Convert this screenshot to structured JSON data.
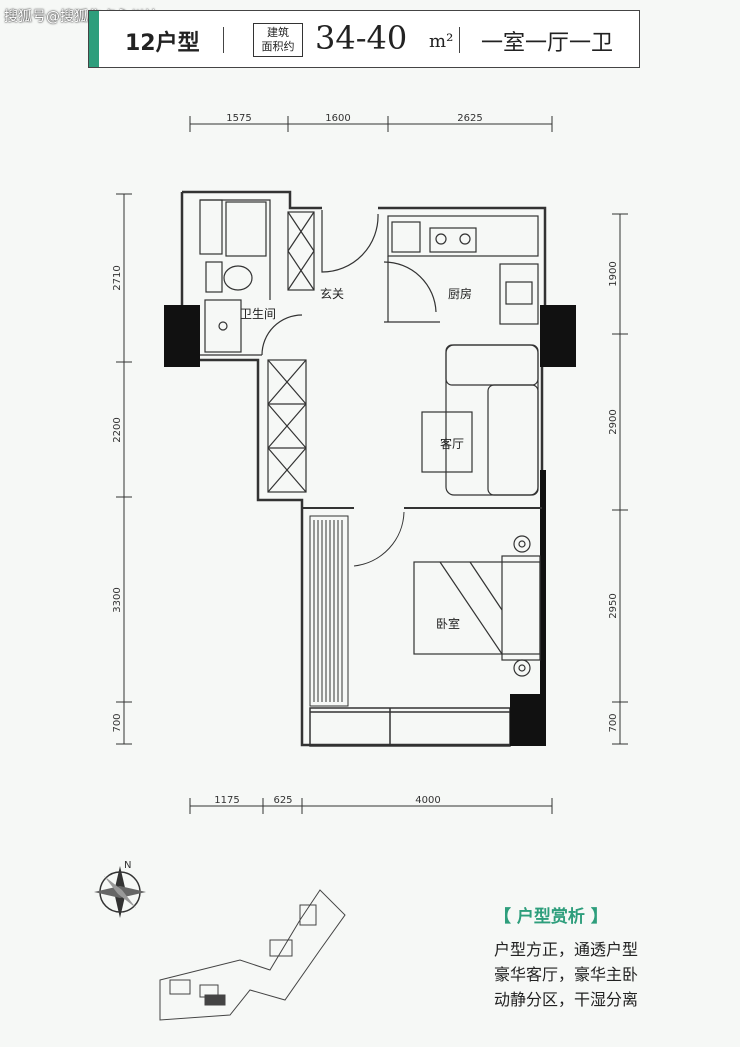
{
  "watermark": "搜狐号@搜狐焦点永州站",
  "header": {
    "unit_type": "12户型",
    "area_label_line1": "建筑",
    "area_label_line2": "面积约",
    "area_value": "34-40",
    "area_unit": "m²",
    "layout": "一室一厅一卫"
  },
  "rooms": {
    "bathroom": "卫生间",
    "entrance": "玄关",
    "kitchen": "厨房",
    "living": "客厅",
    "bedroom": "卧室"
  },
  "dimensions": {
    "top": [
      "1575",
      "1600",
      "2625"
    ],
    "bottom": [
      "1175",
      "625",
      "4000"
    ],
    "left": [
      "2710",
      "2200",
      "3300",
      "700"
    ],
    "right": [
      "1900",
      "2900",
      "2950",
      "700"
    ]
  },
  "compass": {
    "north": "N"
  },
  "analysis": {
    "title": "【 户型赏析 】",
    "lines": [
      "户型方正，通透户型",
      "豪华客厅，豪华主卧",
      "动静分区，干湿分离"
    ]
  },
  "colors": {
    "accent": "#2e9e7c",
    "wall": "#333333",
    "pillar": "#111111"
  }
}
